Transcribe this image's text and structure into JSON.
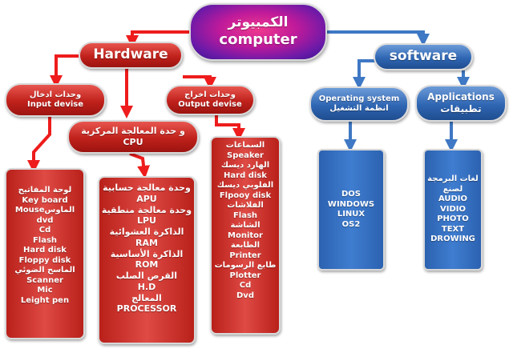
{
  "root": {
    "title_ar": "الكمبيوتر",
    "title_en": "computer"
  },
  "hardware": {
    "label": "Hardware"
  },
  "software": {
    "label": "software"
  },
  "input": {
    "label_ar": "وحدات ادخال",
    "label_en": "Input devise",
    "items": [
      "لوحة المفاتيح",
      "Key board",
      "Mouseالماوس",
      "dvd",
      "Cd",
      "Flash",
      "Hard disk",
      "Floppy disk",
      "الماسح الضوئي",
      "Scanner",
      "Mic",
      "Leight pen"
    ]
  },
  "cpu": {
    "label_ar": "و حدة المعالجة المركزية",
    "label_en": "CPU",
    "items": [
      "وحدة معالجة حسابية",
      "APU",
      "وحدة معالجة منطقية",
      "LPU",
      "الذاكرة العشوائية",
      "RAM",
      "الذاكرة الأساسية",
      "ROM",
      "القرص الصلب",
      "H.D",
      "المعالج",
      "PROCESSOR"
    ]
  },
  "output": {
    "label_ar": "وحدات اخراج",
    "label_en": "Output devise",
    "items": [
      "السماعات",
      "Speaker",
      "الهارد ديسك",
      "Hard disk",
      "الفلوبي ديسك",
      "Flpooy disk",
      "الفلاشات",
      "Flash",
      "الشاشة",
      "Monitor",
      "الطابعة",
      "Printer",
      "طابع الرسومات",
      "Plotter",
      "Cd",
      "Dvd"
    ]
  },
  "os": {
    "label_en": "Operating system",
    "label_ar": "انظمة التشغيل",
    "items": [
      "DOS",
      "WINDOWS",
      "LINUX",
      "OS2"
    ]
  },
  "apps": {
    "label_en": "Applications",
    "label_ar": "تطبيقات",
    "items": [
      "لغات البرمجة",
      "لصنع",
      "AUDIO",
      "VIDIO",
      "PHOTO",
      "TEXT",
      "DROWING"
    ]
  },
  "colors": {
    "hardware_arrow": "#ee1c1c",
    "software_arrow": "#3f78c4"
  }
}
